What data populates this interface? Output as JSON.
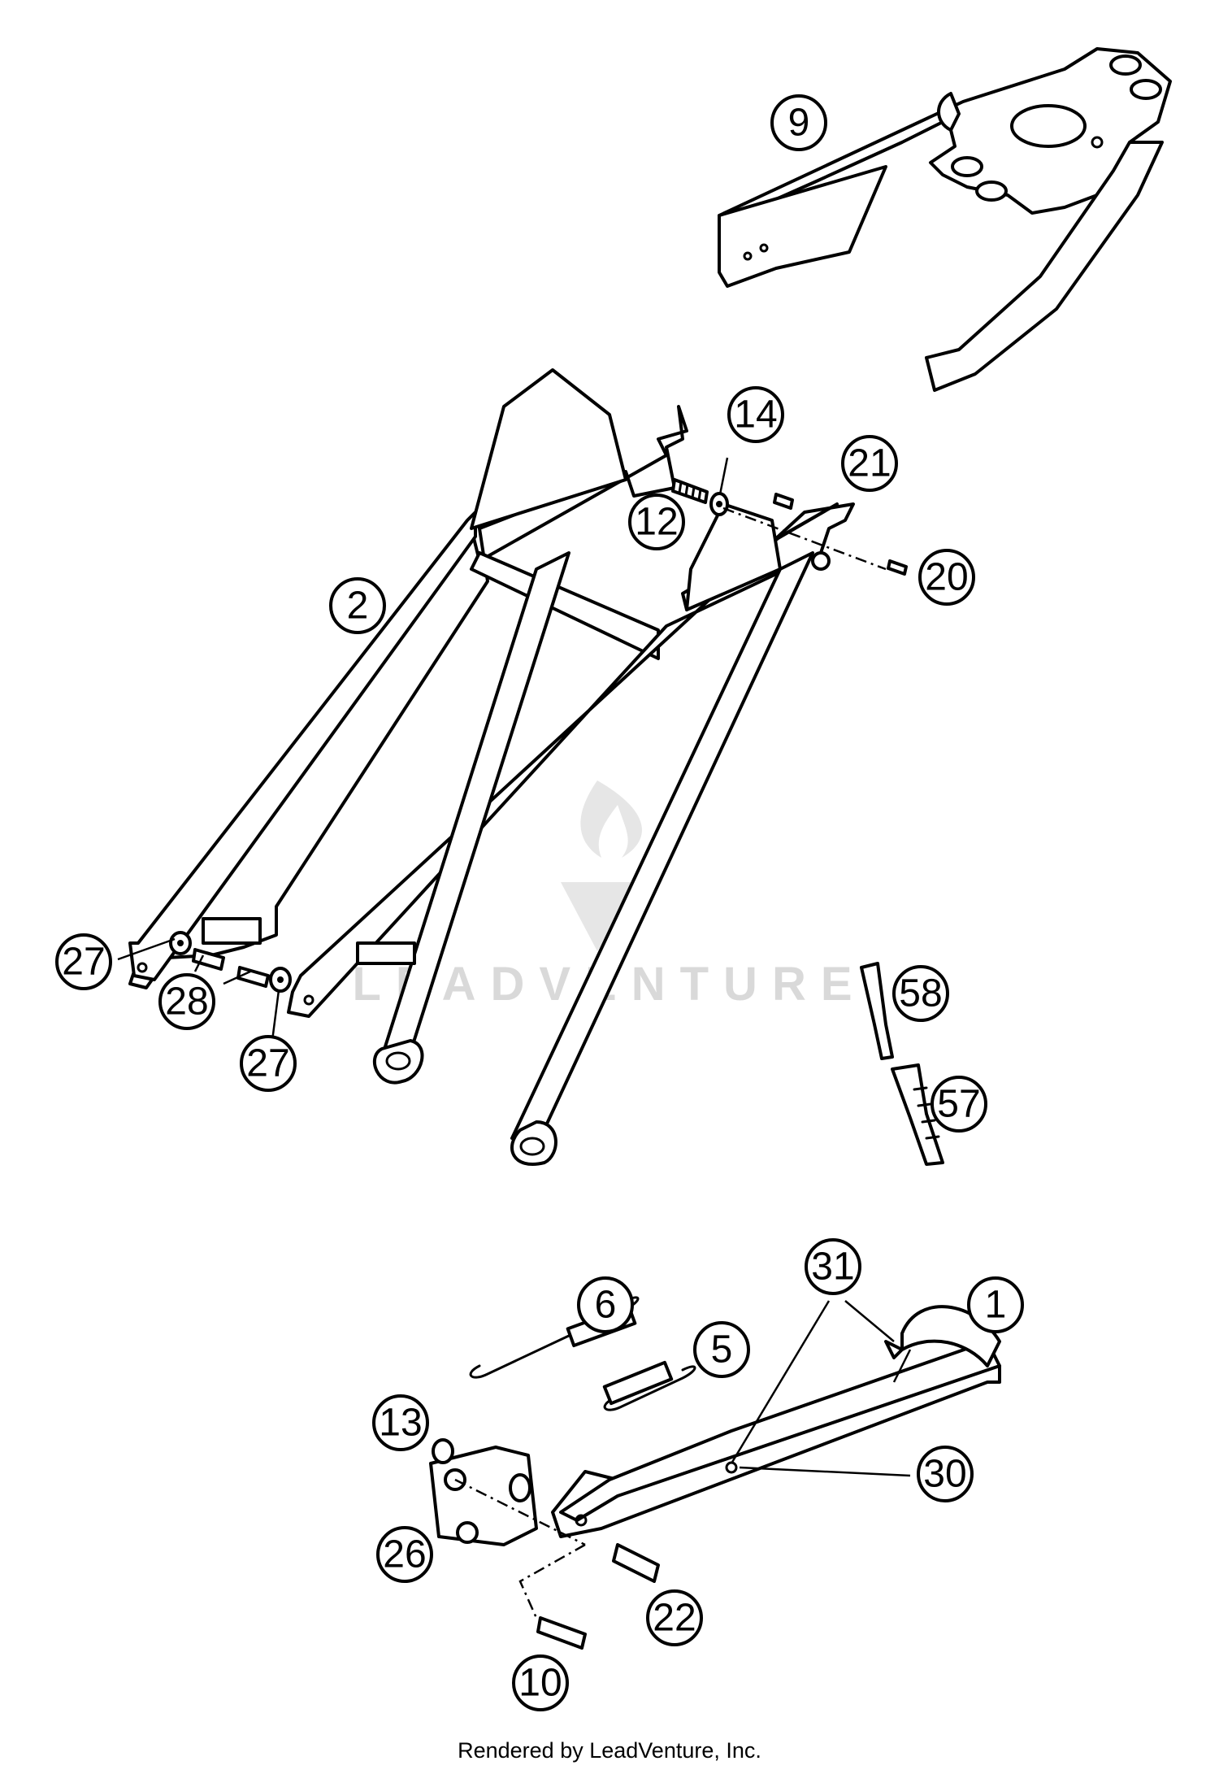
{
  "callouts": [
    {
      "id": "c9",
      "label": "9"
    },
    {
      "id": "c14",
      "label": "14"
    },
    {
      "id": "c21",
      "label": "21"
    },
    {
      "id": "c12",
      "label": "12"
    },
    {
      "id": "c20",
      "label": "20"
    },
    {
      "id": "c2",
      "label": "2"
    },
    {
      "id": "c27a",
      "label": "27"
    },
    {
      "id": "c28",
      "label": "28"
    },
    {
      "id": "c27b",
      "label": "27"
    },
    {
      "id": "c58",
      "label": "58"
    },
    {
      "id": "c57",
      "label": "57"
    },
    {
      "id": "c31",
      "label": "31"
    },
    {
      "id": "c1",
      "label": "1"
    },
    {
      "id": "c6",
      "label": "6"
    },
    {
      "id": "c5",
      "label": "5"
    },
    {
      "id": "c13",
      "label": "13"
    },
    {
      "id": "c30",
      "label": "30"
    },
    {
      "id": "c26",
      "label": "26"
    },
    {
      "id": "c22",
      "label": "22"
    },
    {
      "id": "c10",
      "label": "10"
    }
  ],
  "watermark": {
    "text": "LEADVENTURE"
  },
  "footer": {
    "text": "Rendered by LeadVenture, Inc."
  }
}
